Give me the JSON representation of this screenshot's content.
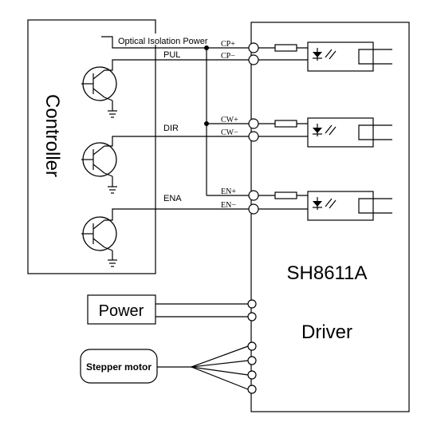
{
  "controller": {
    "label": "Controller"
  },
  "signals": {
    "optical_power": "Optical Isolation Power",
    "pul": "PUL",
    "dir": "DIR",
    "ena": "ENA"
  },
  "terminals": {
    "cp_plus": "CP+",
    "cp_minus": "CP−",
    "cw_plus": "CW+",
    "cw_minus": "CW−",
    "en_plus": "EN+",
    "en_minus": "EN−"
  },
  "driver": {
    "model": "SH8611A",
    "label": "Driver"
  },
  "power": {
    "label": "Power"
  },
  "motor": {
    "label": "Stepper motor"
  }
}
